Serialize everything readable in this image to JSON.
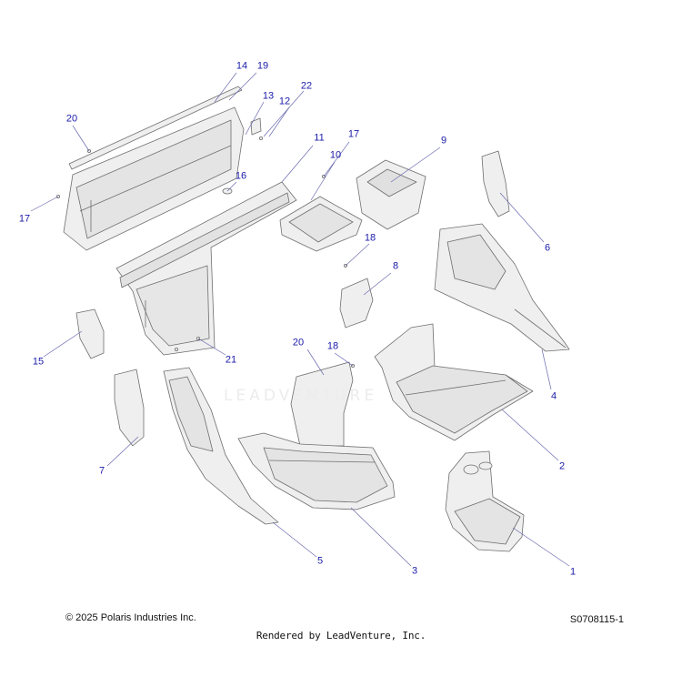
{
  "diagram": {
    "watermark": "LEADVENTURE",
    "colors": {
      "part_fill": "#efefef",
      "part_stroke": "#6e6e6e",
      "callout_text": "#1a1aa8",
      "leader_line": "#6a6ab0"
    },
    "callouts": [
      {
        "id": "c1",
        "label": "1"
      },
      {
        "id": "c2",
        "label": "2"
      },
      {
        "id": "c3",
        "label": "3"
      },
      {
        "id": "c4",
        "label": "4"
      },
      {
        "id": "c5",
        "label": "5"
      },
      {
        "id": "c6",
        "label": "6"
      },
      {
        "id": "c7",
        "label": "7"
      },
      {
        "id": "c8",
        "label": "8"
      },
      {
        "id": "c9",
        "label": "9"
      },
      {
        "id": "c10",
        "label": "10"
      },
      {
        "id": "c11",
        "label": "11"
      },
      {
        "id": "c12",
        "label": "12"
      },
      {
        "id": "c13",
        "label": "13"
      },
      {
        "id": "c14",
        "label": "14"
      },
      {
        "id": "c15",
        "label": "15"
      },
      {
        "id": "c16",
        "label": "16"
      },
      {
        "id": "c17a",
        "label": "17"
      },
      {
        "id": "c17b",
        "label": "17"
      },
      {
        "id": "c18a",
        "label": "18"
      },
      {
        "id": "c18b",
        "label": "18"
      },
      {
        "id": "c19",
        "label": "19"
      },
      {
        "id": "c20a",
        "label": "20"
      },
      {
        "id": "c20b",
        "label": "20"
      },
      {
        "id": "c21",
        "label": "21"
      },
      {
        "id": "c22",
        "label": "22"
      }
    ]
  },
  "footer": {
    "copyright": "© 2025 Polaris Industries Inc.",
    "drawing_number": "S0708115-1",
    "rendered_by": "Rendered by LeadVenture, Inc."
  }
}
